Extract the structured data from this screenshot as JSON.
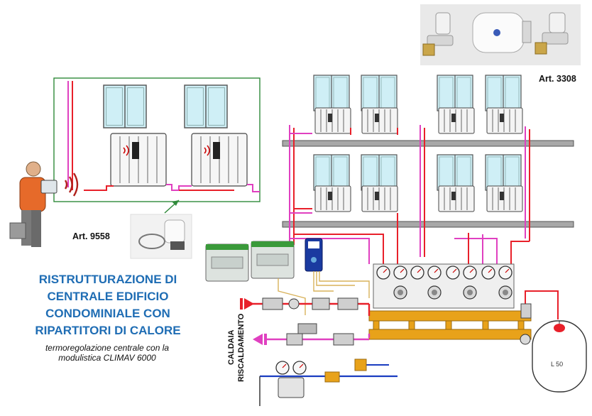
{
  "title_lines": [
    "RISTRUTTURAZIONE DI",
    "CENTRALE EDIFICIO",
    "CONDOMINIALE  CON",
    "RIPARTITORI DI CALORE"
  ],
  "subtitle_lines": [
    "termoregolazione centrale con la",
    "modulistica CLIMAV 6000"
  ],
  "articles": {
    "valves": "Art. 3308",
    "actuator": "Art. 9558"
  },
  "vertical_labels": {
    "boiler": "CALDAIA",
    "heating": "RISCALDAMENTO"
  },
  "tank_label": "L 50",
  "colors": {
    "title": "#1f6db4",
    "pipe_hot": "#e8202a",
    "pipe_pink": "#e040c0",
    "pipe_blue": "#1a3cc0",
    "brass": "#e8a21a",
    "window": "#cfeff6",
    "frame_green": "#2f8a3a",
    "floor_gray": "#a8a8a8"
  },
  "icons": [
    "person-with-tablet-icon",
    "wireless-signal-icon",
    "thermostatic-valve-icon",
    "electronic-head-icon",
    "heat-meter-icon",
    "control-module-icon",
    "expansion-tank-icon",
    "pump-icon",
    "flow-arrow-icon"
  ]
}
